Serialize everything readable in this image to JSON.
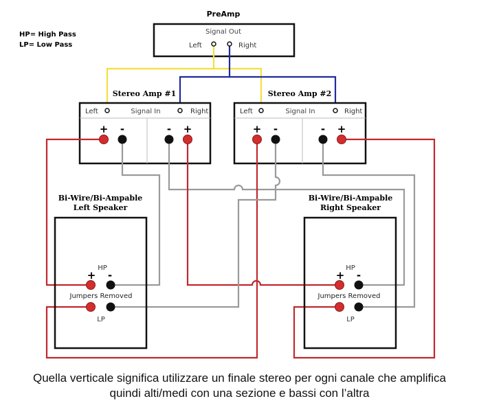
{
  "legend": {
    "hp": "HP= High Pass",
    "lp": "LP= Low Pass"
  },
  "preamp": {
    "title": "PreAmp",
    "signal_out": "Signal Out",
    "left": "Left",
    "right": "Right"
  },
  "amp1": {
    "title": "Stereo Amp #1",
    "left": "Left",
    "signal_in": "Signal In",
    "right": "Right"
  },
  "amp2": {
    "title": "Stereo Amp #2",
    "left": "Left",
    "signal_in": "Signal In",
    "right": "Right"
  },
  "terminals": {
    "plus": "+",
    "minus": "-"
  },
  "left_speaker": {
    "title1": "Bi-Wire/Bi-Ampable",
    "title2": "Left Speaker",
    "hp": "HP",
    "jumpers": "Jumpers Removed",
    "lp": "LP"
  },
  "right_speaker": {
    "title1": "Bi-Wire/Bi-Ampable",
    "title2": "Right Speaker",
    "hp": "HP",
    "jumpers": "Jumpers Removed",
    "lp": "LP"
  },
  "caption": {
    "line1": "Quella verticale significa utilizzare un finale stereo per ogni canale che amplifica",
    "line2": "quindi alti/medi con una sezione e bassi con l’altra"
  },
  "colors": {
    "left_signal": "#f5e63c",
    "right_signal": "#1f2a9c",
    "positive_wire": "#c0282d",
    "negative_wire": "#9a9a9a",
    "box": "#111111"
  }
}
